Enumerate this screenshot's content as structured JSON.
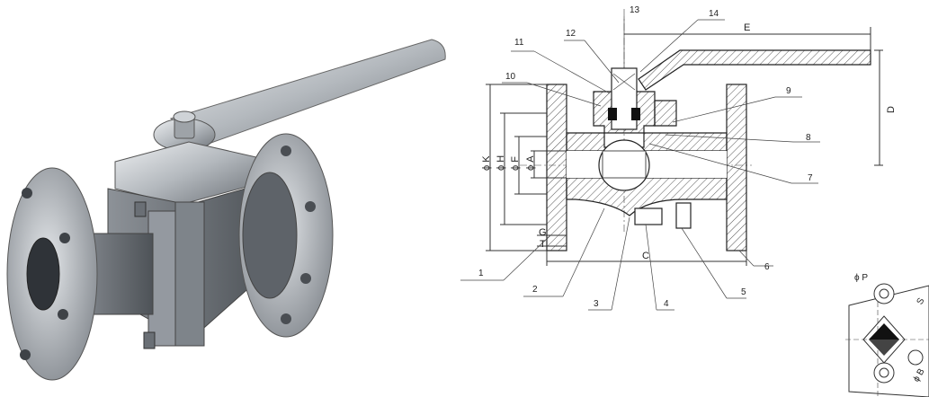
{
  "callouts": [
    "1",
    "2",
    "3",
    "4",
    "5",
    "6",
    "7",
    "8",
    "9",
    "10",
    "11",
    "12",
    "13",
    "14"
  ],
  "dimensions": {
    "E": "E",
    "D": "D",
    "C": "C",
    "phiK": "ϕ K",
    "phiH": "ϕ H",
    "phiF": "ϕ F",
    "phiA": "ϕ A",
    "G": "G",
    "T": "T",
    "phiP": "ϕ P",
    "S": "S",
    "phiB": "ϕ B"
  },
  "colors": {
    "metal_light": "#d9dcdf",
    "metal_mid": "#a3a8ad",
    "metal_dark": "#5b6066",
    "line": "#222222"
  }
}
